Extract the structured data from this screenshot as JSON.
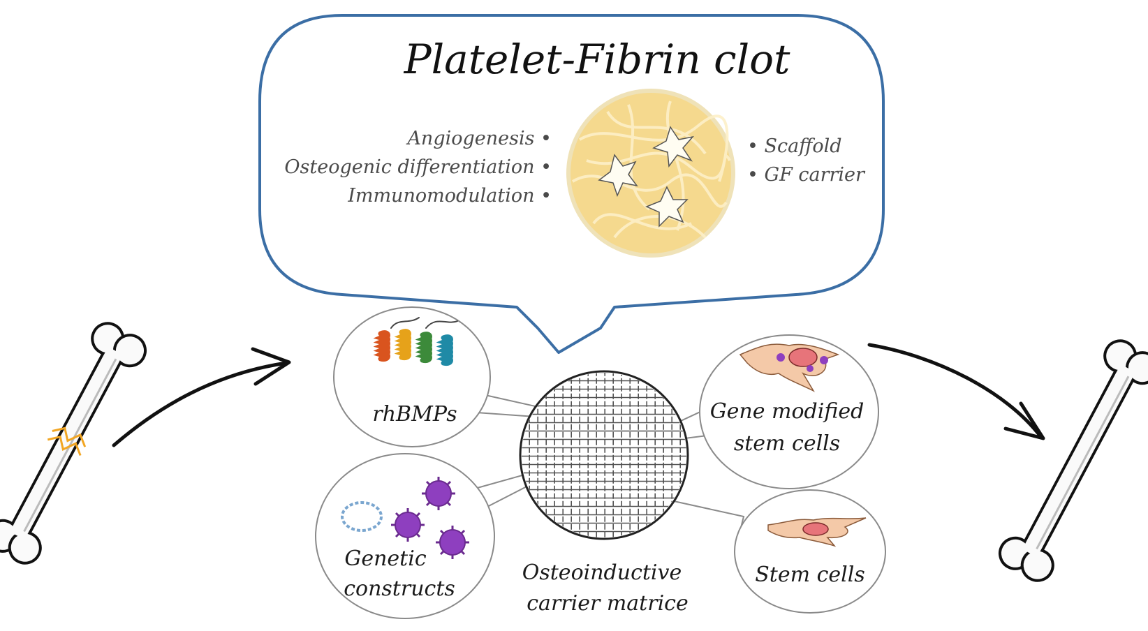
{
  "title": "Platelet-Fibrin clot",
  "left_properties": [
    "Angiogenesis •",
    "Osteogenic differentiation •",
    "Immunomodulation •"
  ],
  "right_properties": [
    "• Scaffold",
    "• GF carrier"
  ],
  "components": {
    "rhbmps": "rhBMPs",
    "gene_modified_line1": "Gene modified",
    "gene_modified_line2": "stem cells",
    "genetic_line1": "Genetic",
    "genetic_line2": "constructs",
    "stem_cells": "Stem cells"
  },
  "matrix_label_line1": "Osteoinductive",
  "matrix_label_line2": "carrier matrice",
  "colors": {
    "callout_border": "#3b6ea5",
    "clot_fill": "#f5d98e",
    "clot_fiber": "#fdf0c8",
    "fracture": "#f2a623",
    "virus": "#8e3fbf",
    "cell_body": "#f4c9a8",
    "cell_nucleus": "#e7747a",
    "bubble_border": "#8a8a8a",
    "protein_colors": [
      "#d9541e",
      "#e6a21a",
      "#3c8a3a",
      "#1f8aa6"
    ]
  },
  "icons": [
    "fractured-bone-icon",
    "healed-bone-icon",
    "protein-helix-icon",
    "virus-icon",
    "plasmid-icon",
    "stem-cell-icon",
    "platelet-icon"
  ]
}
